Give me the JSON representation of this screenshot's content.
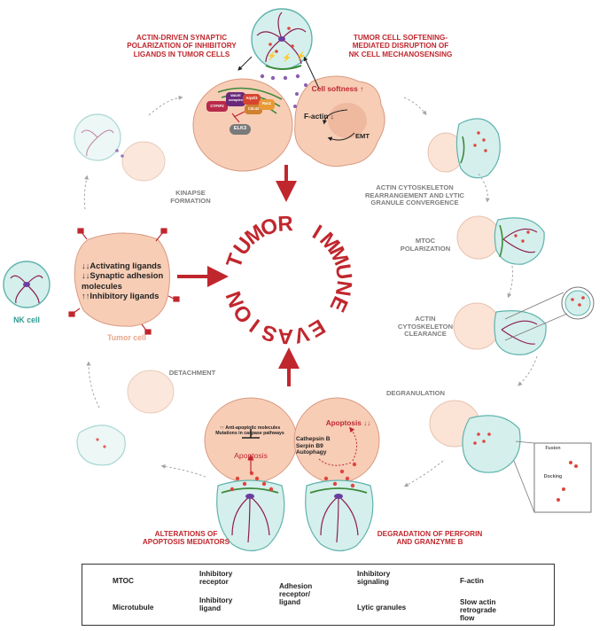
{
  "labels": {
    "top_left_title": "ACTIN-DRIVEN SYNAPTIC\nPOLARIZATION OF INHIBITORY\nLIGANDS IN TUMOR CELLS",
    "top_right_title": "TUMOR CELL SOFTENING-\nMEDIATED DISRUPTION OF\nNK CELL MECHANOSENSING",
    "cell_softness": "Cell softness ↑",
    "factin_down": "F-actin ↓",
    "emt": "EMT",
    "elk3": "ELK3",
    "cyfip2": "CYFIP2",
    "wave": "WAVE\ncomplex",
    "arp23": "Arp2/3",
    "cdc42": "Cdc42",
    "rac1": "Rac1",
    "kinapse": "KINAPSE\nFORMATION",
    "actin_rearr": "ACTIN CYTOSKELETON\nREARRANGEMENT AND LYTIC\nGRANULE CONVERGENCE",
    "mtoc_pol": "MTOC\nPOLARIZATION",
    "actin_clear": "ACTIN\nCYTOSKELETON\nCLEARANCE",
    "degranulation": "DEGRANULATION",
    "fusion": "Fusion",
    "docking": "Docking",
    "detachment": "DETACHMENT",
    "nk_cell": "NK cell",
    "tumor_cell": "Tumor cell",
    "tumor_text_1": "↓↓Activating ligands",
    "tumor_text_2": "↓↓Synaptic adhesion",
    "tumor_text_3": "molecules",
    "tumor_text_4": "↑↑Inhibitory ligands",
    "anti_apoptotic": "↑↑ Anti-apoptotic molecules\nMutations in caspase pathways",
    "apoptosis_left": "Apoptosis",
    "apoptosis_right": "Apoptosis ↓↓",
    "cathepsin": "Cathepsin B\nSerpin B9\nAutophagy",
    "alterations": "ALTERATIONS OF\nAPOPTOSIS MEDIATORS",
    "degradation": "DEGRADATION OF PERFORIN\nAND GRANZYME B"
  },
  "center_word": [
    "T",
    "U",
    "M",
    "O",
    "R",
    " ",
    "I",
    "M",
    "M",
    "U",
    "N",
    "E",
    " ",
    "E",
    "V",
    "A",
    "S",
    "I",
    "O",
    "N"
  ],
  "legend": [
    {
      "key": "mtoc",
      "label": "MTOC"
    },
    {
      "key": "inh_receptor",
      "label": "Inhibitory\nreceptor"
    },
    {
      "key": "adhesion",
      "label": "Adhesion\nreceptor/\nligand"
    },
    {
      "key": "inh_signaling",
      "label": "Inhibitory\nsignaling"
    },
    {
      "key": "factin",
      "label": "F-actin"
    },
    {
      "key": "microtubule",
      "label": "Microtubule"
    },
    {
      "key": "inh_ligand",
      "label": "Inhibitory\nligand"
    },
    {
      "key": "granules",
      "label": "Lytic granules"
    },
    {
      "key": "slow_actin",
      "label": "Slow actin\nretrograde\nflow"
    }
  ],
  "colors": {
    "tumor_fill": "#f7cdb6",
    "tumor_stroke": "#d99a80",
    "nk_fill": "#d5efec",
    "nk_stroke": "#5fb3ad",
    "accent_red": "#c0272d",
    "microtubule": "#8c1d4f",
    "actin": "#3c8a3a",
    "arrow_grey": "#9a9a9a"
  }
}
